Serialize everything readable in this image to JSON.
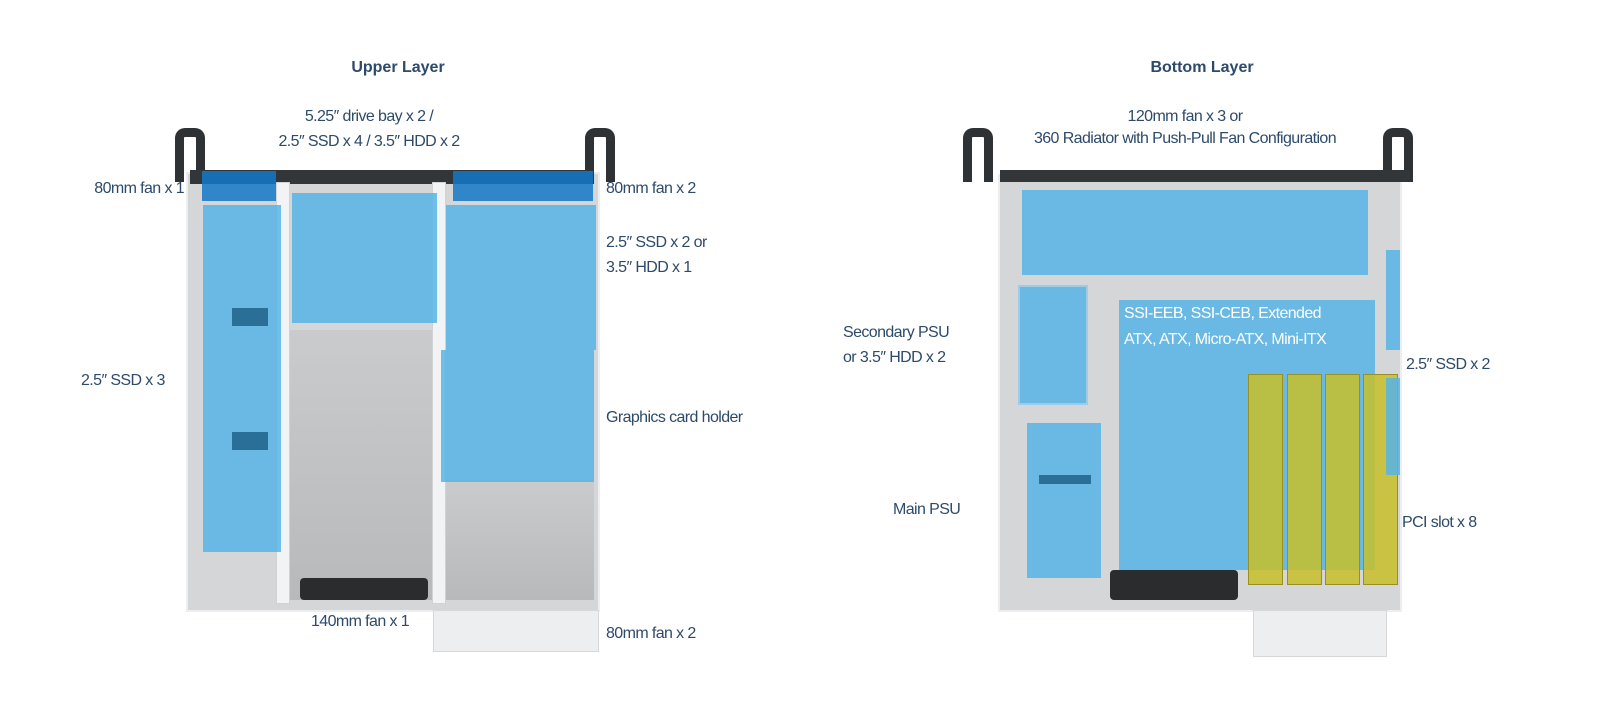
{
  "upper_layer": {
    "title": "Upper Layer",
    "labels": {
      "drive_bay_line1": "5.25″ drive bay x 2 /",
      "drive_bay_line2": "2.5″ SSD x 4 / 3.5″ HDD x 2",
      "fan_left": "80mm fan x 1",
      "fan_right": "80mm fan x 2",
      "ssd_right_line1": "2.5″ SSD x 2 or",
      "ssd_right_line2": "3.5″ HDD x 1",
      "ssd_left": "2.5″ SSD x 3",
      "gpu_holder": "Graphics card holder",
      "fan_bottom": "140mm fan x 1",
      "fan_bottom_right": "80mm fan x 2"
    }
  },
  "bottom_layer": {
    "title": "Bottom Layer",
    "labels": {
      "fan_top_line1": "120mm  fan x 3 or",
      "fan_top_line2": "360 Radiator with Push-Pull Fan Configuration",
      "secondary_psu_line1": "Secondary PSU",
      "secondary_psu_line2": "or 3.5″ HDD x 2",
      "main_psu": "Main PSU",
      "ssd_right": "2.5″ SSD x 2",
      "pci": "PCI slot  x 8",
      "motherboard_line1": "SSI-EEB, SSI-CEB, Extended",
      "motherboard_line2": "ATX, ATX, Micro-ATX, Mini-ITX"
    }
  },
  "colors": {
    "zone_blue": "#56b4e6",
    "fan_blue": "#1478c8",
    "pci_yellow": "#c8be28",
    "text": "#2d4a6a"
  }
}
